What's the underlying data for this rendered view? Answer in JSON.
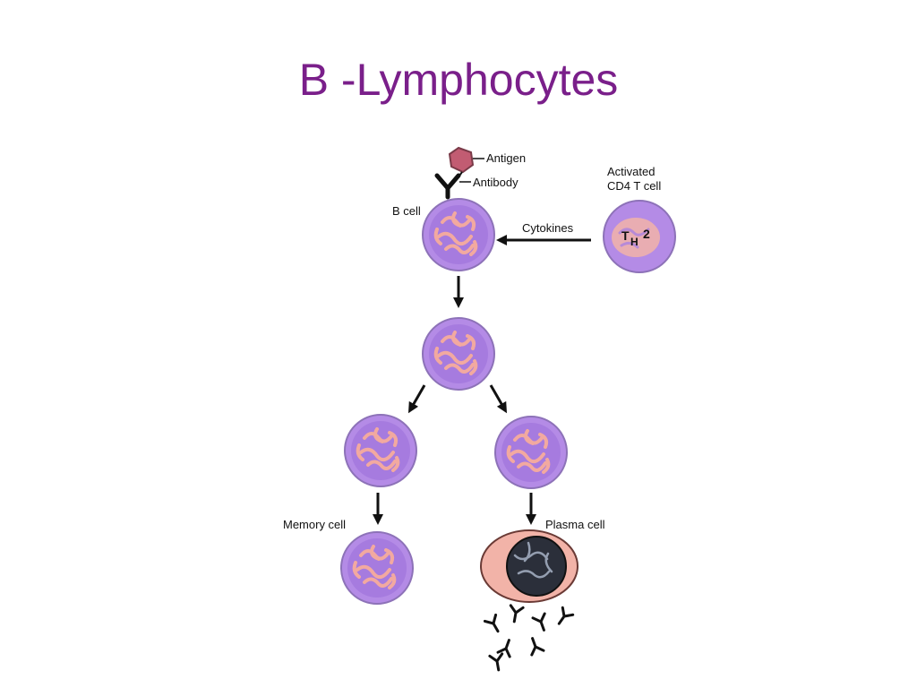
{
  "slide": {
    "title": "B -Lymphocytes"
  },
  "diagram": {
    "labels": {
      "antigen": "Antigen",
      "antibody": "Antibody",
      "b_cell": "B cell",
      "cytokines": "Cytokines",
      "activated": "Activated",
      "cd4_t_cell": "CD4 T cell",
      "th2_main": "T",
      "th2_sub": "H",
      "th2_sup": "2",
      "memory_cell": "Memory cell",
      "plasma_cell": "Plasma cell"
    },
    "colors": {
      "cell_fill": "#b48be6",
      "cell_inner": "#9a6fd8",
      "cell_outline": "#8d72b8",
      "nucleus_pattern": "#f2a9a0",
      "antigen": "#c25c72",
      "plasma_cytoplasm": "#f2b3a8",
      "plasma_nucleus": "#2b2f3a",
      "arrow": "#111111",
      "title": "#7a1f8a"
    }
  }
}
